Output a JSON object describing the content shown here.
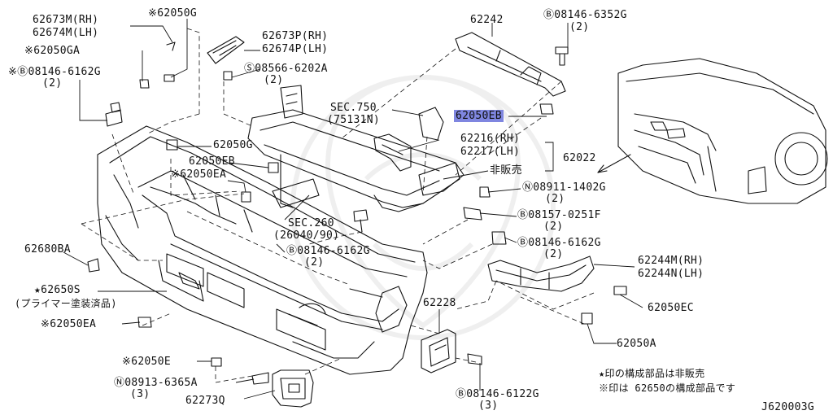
{
  "labels": {
    "l01": "62673M(RH)",
    "l02": "62674M(LH)",
    "l03": "※62050G",
    "l04": "※62050GA",
    "l05": "※Ⓑ08146-6162G",
    "l06": "(2)",
    "l07": "62673P(RH)",
    "l08": "62674P(LH)",
    "l09": "Ⓢ08566-6202A",
    "l10": "(2)",
    "l11": "62242",
    "l12": "Ⓑ08146-6352G",
    "l13": "(2)",
    "l14": "SEC.750",
    "l15": "(75131N)",
    "l16": "62050EB",
    "l17": "62050G",
    "l18": "62216(RH)",
    "l19": "62217(LH)",
    "l20": "62022",
    "l21": "62050EB",
    "l22": "※62050EA",
    "l23": "非販売",
    "l24": "Ⓝ08911-1402G",
    "l25": "(2)",
    "l26": "SEC.260",
    "l27": "(26040/90)",
    "l28": "Ⓑ08157-0251F",
    "l29": "(2)",
    "l30": "Ⓑ08146-6162G",
    "l31": "(2)",
    "l32": "62680BA",
    "l33": "Ⓑ08146-6162G",
    "l34": "(2)",
    "l35": "62244M(RH)",
    "l36": "62244N(LH)",
    "l37": "★62650S",
    "l38": "(プライマー塗装済品)",
    "l39": "62050EC",
    "l40": "62228",
    "l41": "※62050EA",
    "l42": "62050A",
    "l43": "※62050E",
    "l44": "★印の構成部品は非販売",
    "l45": "※印は 62650の構成部品です",
    "l46": "Ⓝ08913-6365A",
    "l47": "(3)",
    "l48": "62273Q",
    "l49": "Ⓑ08146-6122G",
    "l50": "(3)",
    "l51": "J620003G"
  }
}
